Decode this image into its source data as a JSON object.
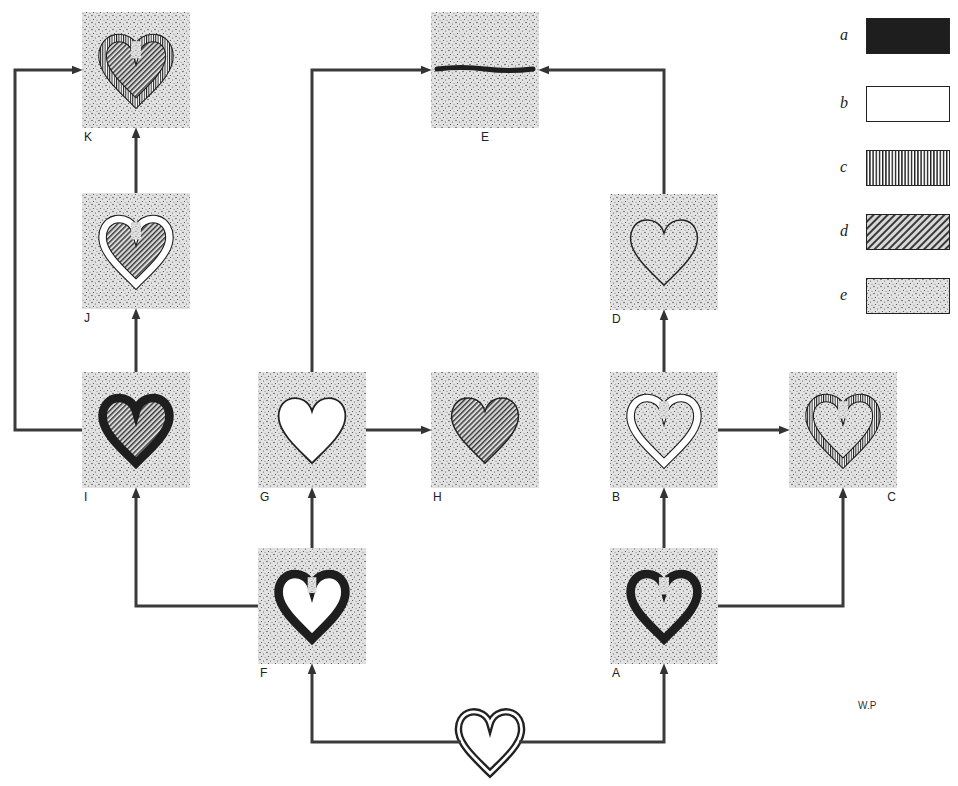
{
  "diagram": {
    "nodes": [
      {
        "text": [
          "K"
        ]
      },
      {
        "text": [
          "E"
        ]
      },
      {
        "text": [
          "J"
        ]
      },
      {
        "text": [
          "D"
        ]
      },
      {
        "text": [
          "I"
        ]
      },
      {
        "text": [
          "G"
        ]
      },
      {
        "text": [
          "H"
        ]
      },
      {
        "text": [
          "B"
        ]
      },
      {
        "text": [
          "C"
        ]
      },
      {
        "text": [
          "F"
        ]
      },
      {
        "text": [
          "A"
        ]
      }
    ],
    "edges": [
      {
        "from": 10,
        "to": 7,
        "arrow": "to"
      },
      {
        "from": 10,
        "to": 8,
        "arrow": "to"
      },
      {
        "from": 7,
        "to": 8,
        "arrow": "to"
      },
      {
        "from": 7,
        "to": 3,
        "arrow": "to"
      },
      {
        "from": 3,
        "to": 1,
        "arrow": "to"
      },
      {
        "from": 9,
        "to": 5,
        "arrow": "to"
      },
      {
        "from": 9,
        "to": 4,
        "arrow": "to"
      },
      {
        "from": 5,
        "to": 6,
        "arrow": "to"
      },
      {
        "from": 5,
        "to": 1,
        "arrow": "to"
      },
      {
        "from": 4,
        "to": 2,
        "arrow": "to"
      },
      {
        "from": 2,
        "to": 0,
        "arrow": "to"
      },
      {
        "from": 4,
        "to": 0,
        "arrow": "to"
      }
    ],
    "labels": [
      "W.P"
    ],
    "legend": [
      {
        "text": "a",
        "color": "#1e1e1e"
      },
      {
        "text": "b",
        "color": "#ffffff"
      },
      {
        "text": "c"
      },
      {
        "text": "d"
      },
      {
        "text": "e"
      }
    ]
  }
}
